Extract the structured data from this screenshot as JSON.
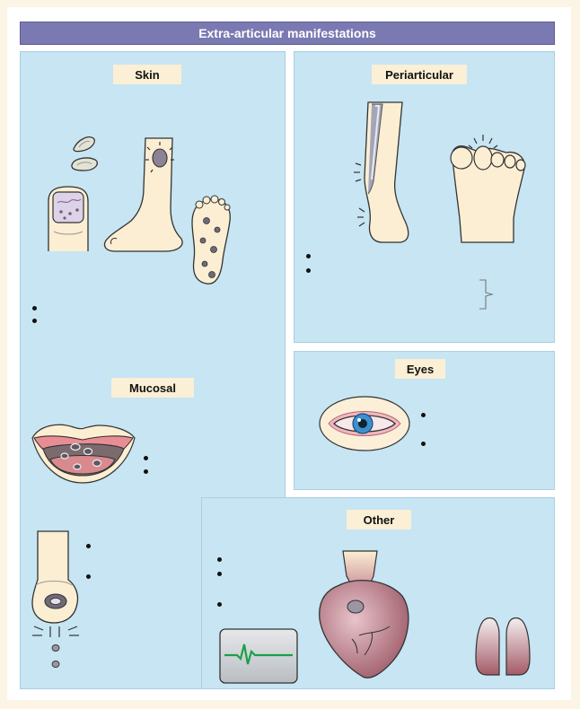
{
  "title": "Extra-articular manifestations",
  "sections": {
    "skin": "Skin",
    "periarticular": "Periarticular",
    "eyes": "Eyes",
    "mucosal": "Mucosal",
    "other": "Other"
  },
  "colors": {
    "title_bar": "#7a79b2",
    "panel": "#c7e5f3",
    "label": "#fbefd5",
    "skin_tone": "#fbeed3",
    "heart": "#b0707e"
  },
  "icons": [
    "nail-pitting-icon",
    "foot-lesion-icon",
    "sole-lesions-icon",
    "heel-tendon-icon",
    "toes-dactylitis-icon",
    "red-eye-icon",
    "mouth-ulcers-icon",
    "penis-lesion-icon",
    "heart-icon",
    "ecg-monitor-icon",
    "lungs-icon"
  ]
}
